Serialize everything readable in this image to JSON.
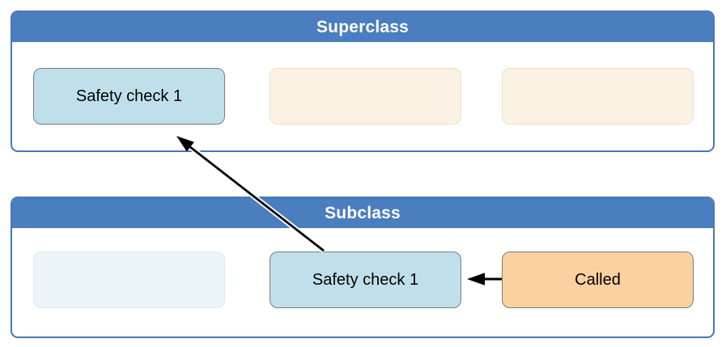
{
  "superclass": {
    "title": "Superclass",
    "nodes": [
      {
        "label": "Safety check 1",
        "style": "highlight"
      },
      {
        "label": "",
        "style": "empty-cream"
      },
      {
        "label": "",
        "style": "empty-cream"
      }
    ]
  },
  "subclass": {
    "title": "Subclass",
    "nodes": [
      {
        "label": "",
        "style": "empty-pale"
      },
      {
        "label": "Safety check 1",
        "style": "highlight"
      },
      {
        "label": "Called",
        "style": "called"
      }
    ]
  },
  "arrows": [
    {
      "name": "called-to-subclass-safety-check",
      "from": "Called",
      "to": "Safety check 1 (Subclass)",
      "direction": "left"
    },
    {
      "name": "subclass-safety-check-to-superclass-safety-check",
      "from": "Safety check 1 (Subclass)",
      "to": "Safety check 1 (Superclass)",
      "direction": "up-left"
    }
  ],
  "colors": {
    "header_blue": "#4A7EBE",
    "container_border": "#4777B7",
    "highlight_fill": "#BFE0EA",
    "highlight_border": "#7C7C7C",
    "cream_fill": "#FCF2E4",
    "cream_border": "#E9DFCE",
    "pale_fill": "#EBF4F9",
    "pale_border": "#DEEAF0",
    "called_fill": "#FAD2A0",
    "called_border": "#7C7C7C",
    "arrow_color": "#000000",
    "header_text_color": "#FFFFFF",
    "label_text_color": "#000000"
  }
}
